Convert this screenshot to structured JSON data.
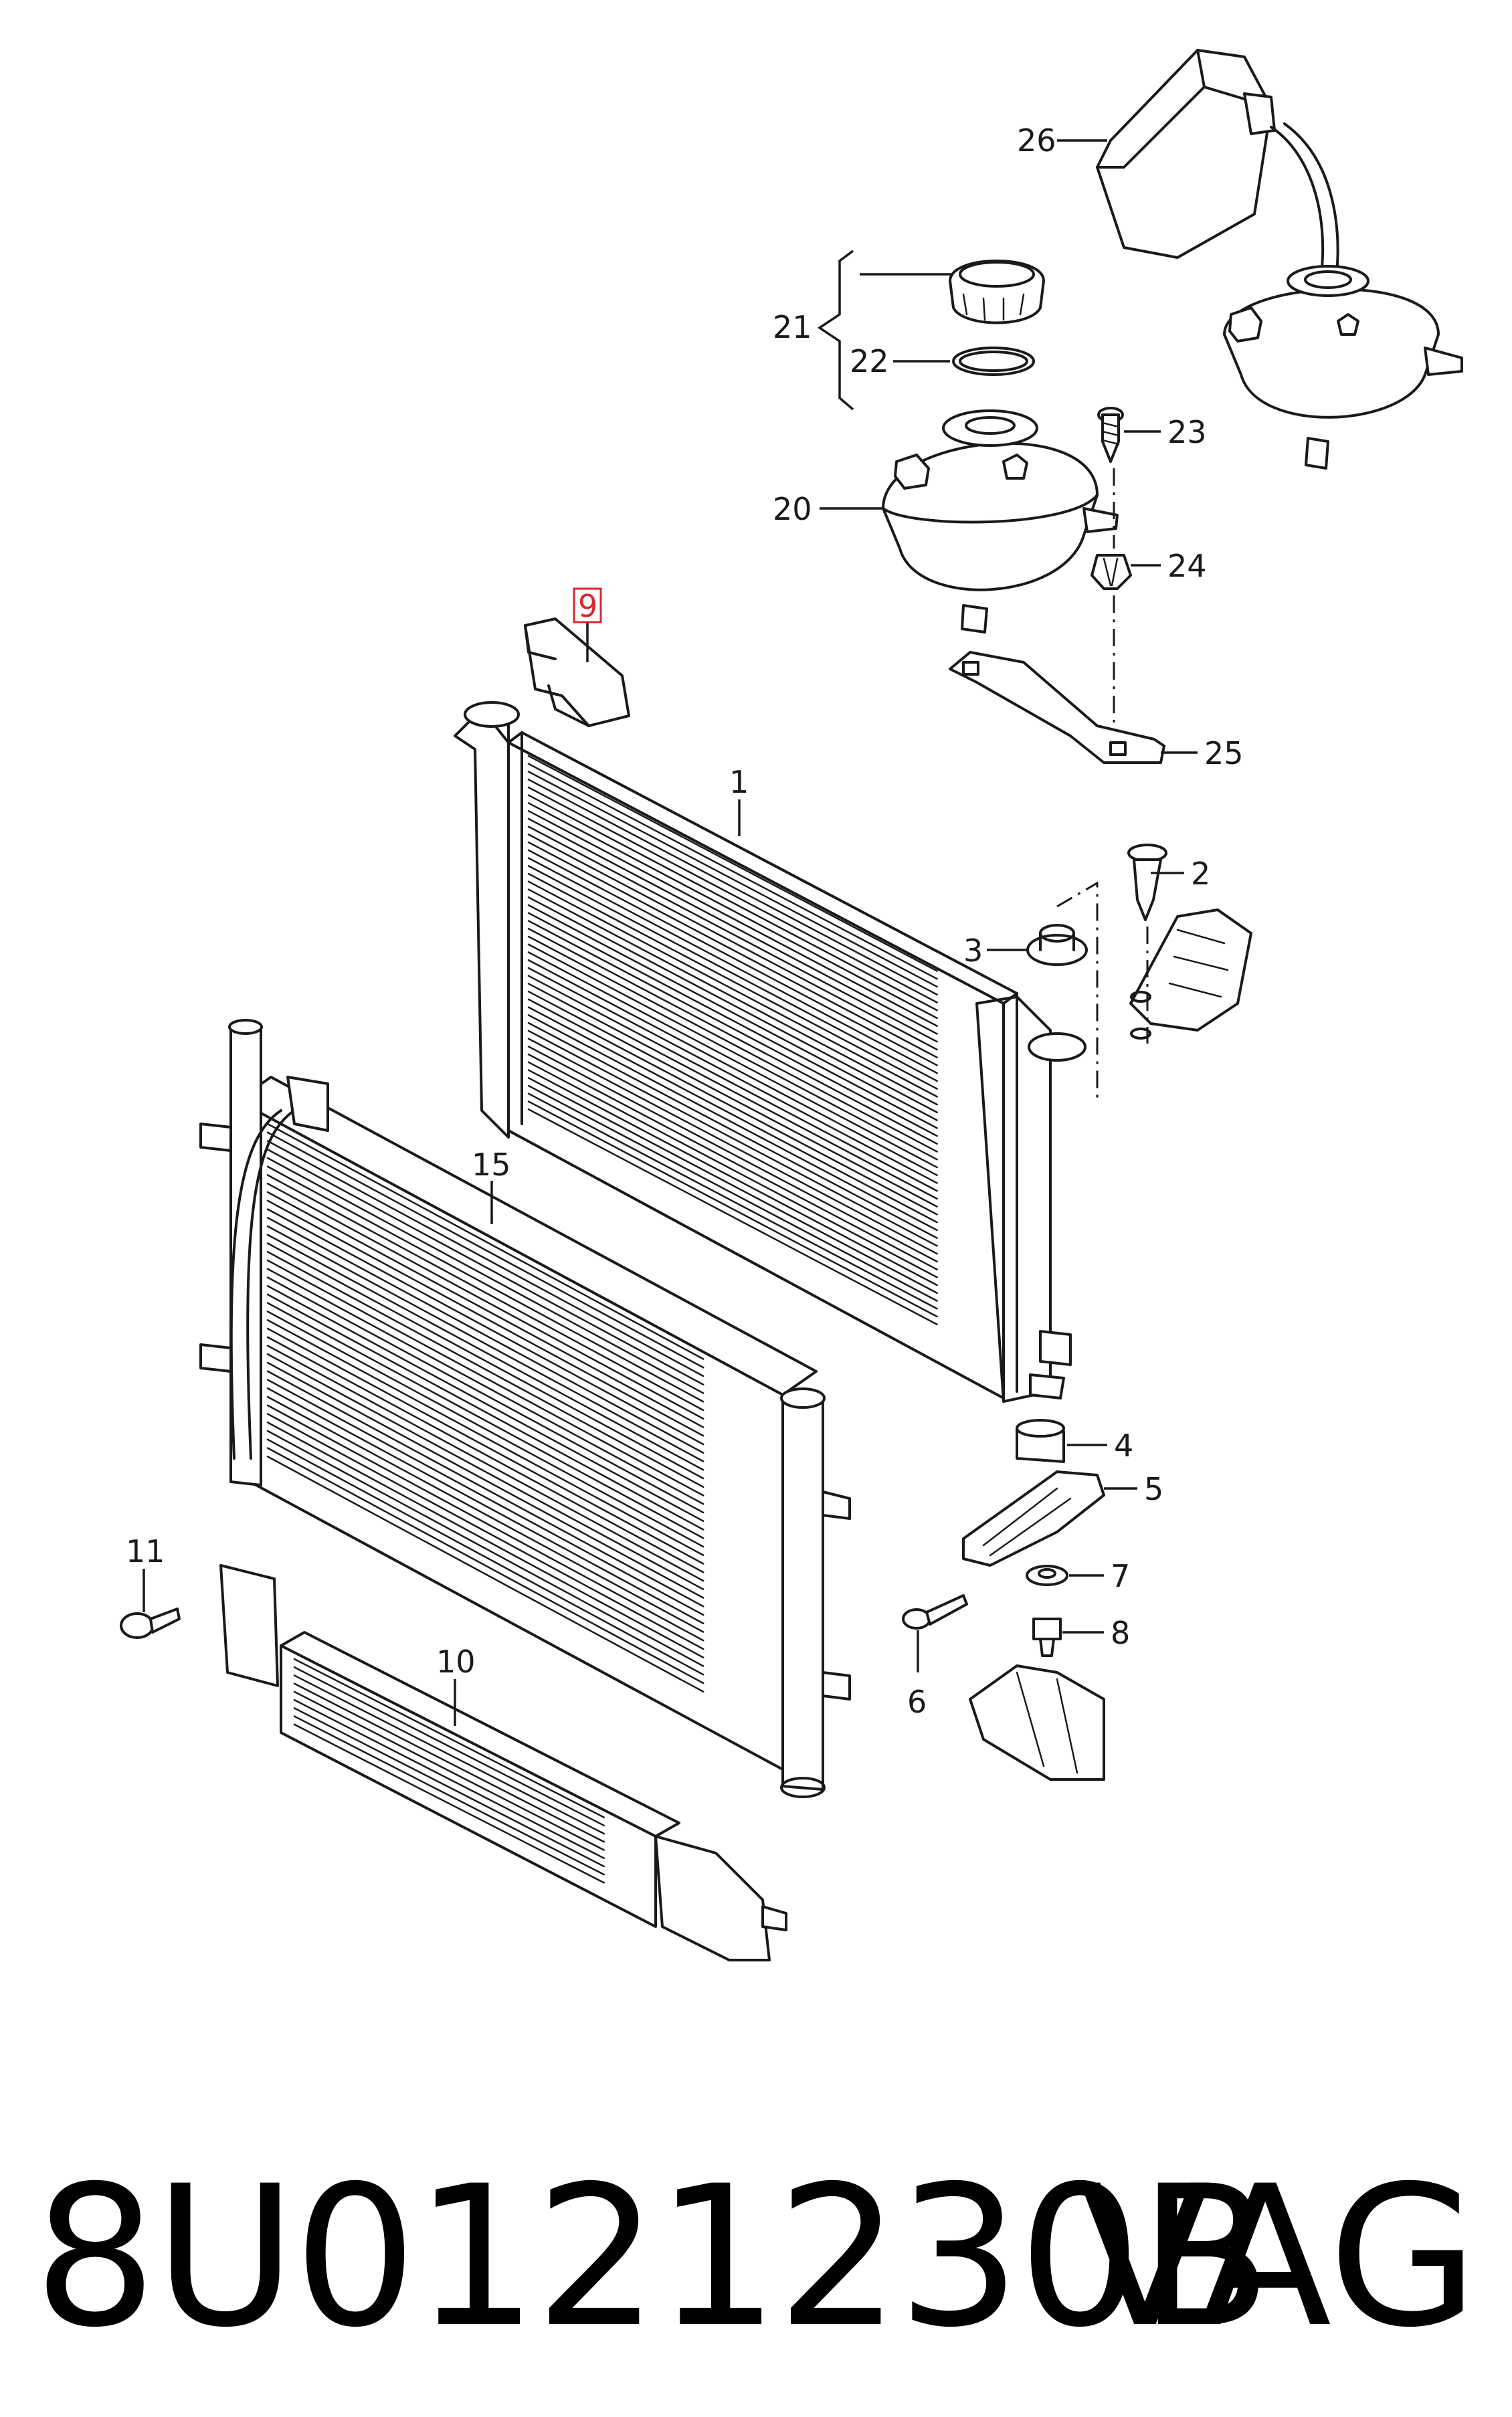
{
  "callouts": {
    "c1": "1",
    "c2": "2",
    "c3": "3",
    "c4": "4",
    "c5": "5",
    "c6": "6",
    "c7": "7",
    "c8": "8",
    "c9": "9",
    "c10": "10",
    "c11": "11",
    "c15": "15",
    "c20": "20",
    "c21": "21",
    "c22": "22",
    "c23": "23",
    "c24": "24",
    "c25": "25",
    "c26": "26"
  },
  "highlighted_callout": "9",
  "footer": {
    "part_number": "8U0121230B",
    "brand": "VAG"
  },
  "colors": {
    "line": "#1a1a1a",
    "highlight": "#d9272e",
    "background": "#ffffff"
  }
}
